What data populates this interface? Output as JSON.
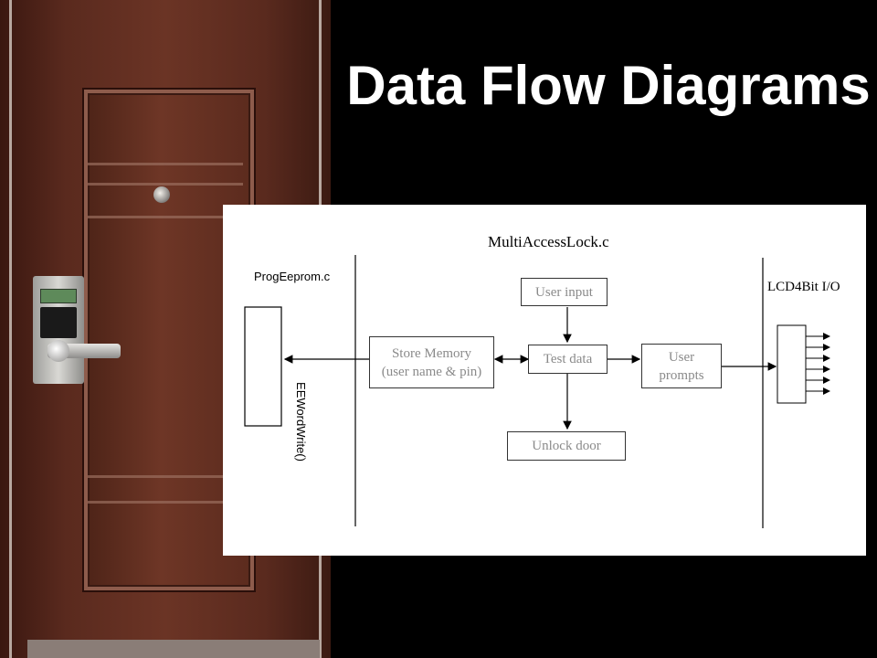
{
  "slide": {
    "title": "Data Flow Diagrams"
  },
  "diagram": {
    "main_module": "MultiAccessLock.c",
    "left_module": "ProgEeprom.c",
    "right_module": "LCD4Bit I/O",
    "eeprom_call": "EEWordWrite()",
    "nodes": {
      "user_input": "User input",
      "test_data": "Test data",
      "store_memory_line1": "Store Memory",
      "store_memory_line2": "(user name & pin)",
      "user_prompts_line1": "User",
      "user_prompts_line2": "prompts",
      "unlock_door": "Unlock door"
    }
  }
}
